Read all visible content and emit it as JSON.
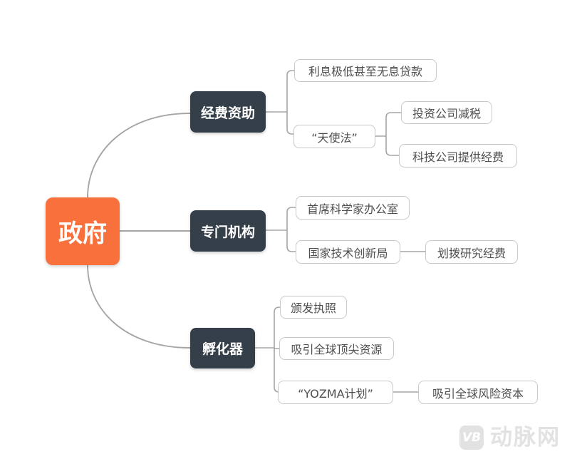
{
  "diagram": {
    "root": {
      "label": "政府"
    },
    "branches": [
      {
        "label": "经费资助",
        "children": [
          {
            "label": "利息极低甚至无息贷款"
          },
          {
            "label": "“天使法”",
            "children": [
              {
                "label": "投资公司减税"
              },
              {
                "label": "科技公司提供经费"
              }
            ]
          }
        ]
      },
      {
        "label": "专门机构",
        "children": [
          {
            "label": "首席科学家办公室"
          },
          {
            "label": "国家技术创新局",
            "children": [
              {
                "label": "划拨研究经费"
              }
            ]
          }
        ]
      },
      {
        "label": "孵化器",
        "children": [
          {
            "label": "颁发执照"
          },
          {
            "label": "吸引全球顶尖资源"
          },
          {
            "label": "“YOZMA计划”",
            "children": [
              {
                "label": "吸引全球风险资本"
              }
            ]
          }
        ]
      }
    ]
  },
  "watermark": {
    "badge_text": "VB",
    "brand_text": "动脉网"
  },
  "colors": {
    "root_bg": "#F8703C",
    "branch_bg": "#353F49",
    "leaf_border": "#C8C8C8",
    "leaf_text": "#4F4F4F",
    "edge": "#A5A5A5",
    "watermark": "#E2E2E2"
  }
}
